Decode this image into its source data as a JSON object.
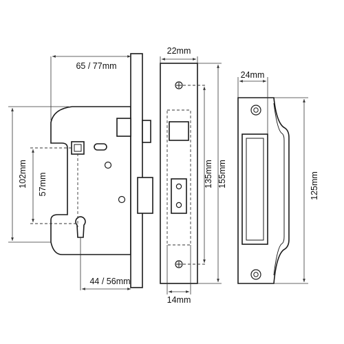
{
  "dimensions": {
    "case_depth": "65 / 77mm",
    "backset": "44 / 56mm",
    "case_height": "102mm",
    "centres": "57mm",
    "forend_width": "22mm",
    "forend_thickness": "14mm",
    "case_length": "135mm",
    "forend_length": "155mm",
    "keep_width": "24mm",
    "keep_length": "125mm"
  },
  "colors": {
    "line": "#1a1a1a",
    "background": "#ffffff"
  }
}
